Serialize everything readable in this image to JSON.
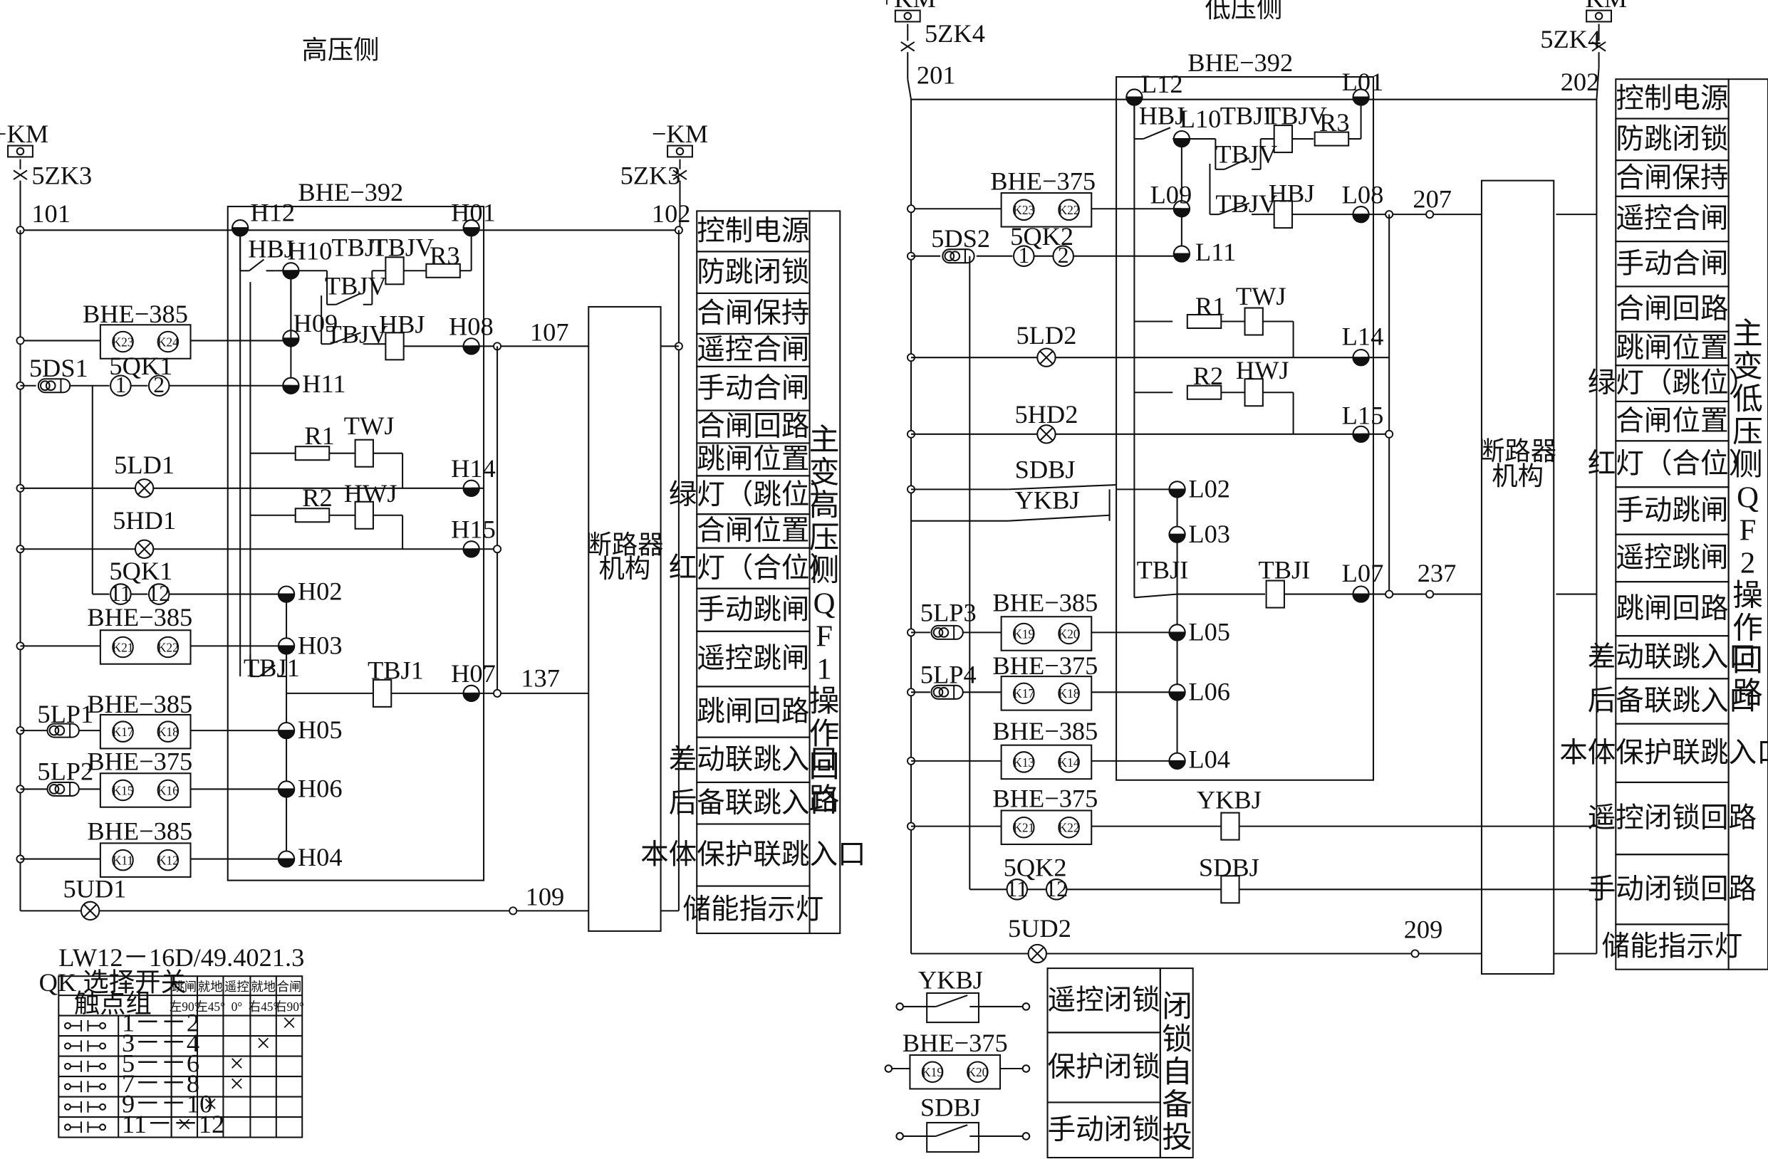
{
  "left": {
    "title": "高压侧",
    "device": "BHE−392",
    "pos_supply": "+KM",
    "neg_supply": "−KM",
    "switch_pos": "5ZK3",
    "switch_neg": "5ZK3",
    "wire_101": "101",
    "wire_102": "102",
    "wire_107": "107",
    "wire_137": "137",
    "wire_109": "109",
    "mechanism": [
      "断路器",
      "机构"
    ],
    "table_cells": [
      "控制电源",
      "防跳闭锁",
      "合闸保持",
      "遥控合闸",
      "手动合闸",
      "合闸回路",
      "跳闸位置",
      "绿灯（跳位）",
      "合闸位置",
      "红灯（合位）",
      "手动跳闸",
      "遥控跳闸",
      "跳闸回路",
      "差动联跳入口",
      "后备联跳入口",
      "本体保护联跳入口",
      "储能指示灯"
    ],
    "vertical_title": "主变高压侧QF1操作回路",
    "terminals": [
      "H12",
      "H01",
      "H10",
      "H09",
      "H11",
      "H08",
      "H14",
      "H15",
      "H02",
      "H03",
      "H07",
      "H05",
      "H06",
      "H04"
    ],
    "components": [
      "HBJ",
      "TBJI",
      "TBJV",
      "R3",
      "TBJV",
      "TBJV",
      "HBJ",
      "BHE−385",
      "5DS1",
      "5QK1",
      "R1",
      "TWJ",
      "5LD1",
      "R2",
      "HWJ",
      "5HD1",
      "5QK1",
      "BHE−385",
      "TBJ1",
      "TBJ1",
      "5LP1",
      "BHE−385",
      "5LP2",
      "BHE−375",
      "BHE−385",
      "5UD1"
    ],
    "contacts": [
      "K23",
      "K24",
      "K21",
      "K22",
      "K17",
      "K18",
      "K15",
      "K16",
      "K11",
      "K12"
    ],
    "numbers": [
      "1",
      "2",
      "11",
      "12"
    ]
  },
  "right": {
    "title": "低压侧",
    "device": "BHE−392",
    "pos_supply": "+KM",
    "neg_supply": "−KM",
    "switch_pos": "5ZK4",
    "switch_neg": "5ZK4",
    "wire_201": "201",
    "wire_202": "202",
    "wire_207": "207",
    "wire_237": "237",
    "wire_209": "209",
    "mechanism": [
      "断路器",
      "机构"
    ],
    "table_cells": [
      "控制电源",
      "防跳闭锁",
      "合闸保持",
      "遥控合闸",
      "手动合闸",
      "合闸回路",
      "跳闸位置",
      "绿灯（跳位）",
      "合闸位置",
      "红灯（合位）",
      "手动跳闸",
      "遥控跳闸",
      "跳闸回路",
      "差动联跳入口",
      "后备联跳入口",
      "本体保护联跳入口",
      "遥控闭锁回路",
      "手动闭锁回路",
      "储能指示灯"
    ],
    "vertical_title": "主变低压侧QF2操作回路",
    "terminals": [
      "L12",
      "L01",
      "L10",
      "L09",
      "L11",
      "L08",
      "L14",
      "L15",
      "L02",
      "L03",
      "L07",
      "L05",
      "L06",
      "L04"
    ],
    "components": [
      "HBJ",
      "TBJI",
      "TBJV",
      "R3",
      "TBJV",
      "TBJV",
      "HBJ",
      "BHE−375",
      "5DS2",
      "5QK2",
      "R1",
      "TWJ",
      "5LD2",
      "R2",
      "HWJ",
      "5HD2",
      "SDBJ",
      "YKBJ",
      "TBJI",
      "TBJI",
      "5LP3",
      "BHE−385",
      "5LP4",
      "BHE−375",
      "BHE−385",
      "BHE−375",
      "YKBJ",
      "5QK2",
      "SDBJ",
      "5UD2"
    ],
    "contacts": [
      "K23",
      "K22",
      "K19",
      "K20",
      "K17",
      "K18",
      "K13",
      "K14",
      "K21",
      "K22"
    ],
    "numbers": [
      "1",
      "2",
      "11",
      "12"
    ]
  },
  "qk_table": {
    "model": "LW12－16D/49.4021.3",
    "header1": "QK 选择开关",
    "header2": "触点组",
    "positions": [
      "跳闸",
      "就地",
      "遥控",
      "就地",
      "合闸"
    ],
    "angles": [
      "左90°",
      "左45°",
      "0°",
      "右45°",
      "右90°"
    ],
    "rows": [
      {
        "label": "1－－2",
        "col": 4
      },
      {
        "label": "3－－4",
        "col": 3
      },
      {
        "label": "5－－6",
        "col": 2
      },
      {
        "label": "7－－8",
        "col": 2
      },
      {
        "label": "9－－10",
        "col": 1
      },
      {
        "label": "11－－12",
        "col": 0
      }
    ],
    "mark": "×"
  },
  "lock": {
    "items": [
      "YKBJ",
      "BHE−375",
      "SDBJ"
    ],
    "contacts": [
      "K19",
      "K20"
    ],
    "cells": [
      "遥控闭锁",
      "保护闭锁",
      "手动闭锁"
    ],
    "vertical_title": "闭锁自备投"
  }
}
